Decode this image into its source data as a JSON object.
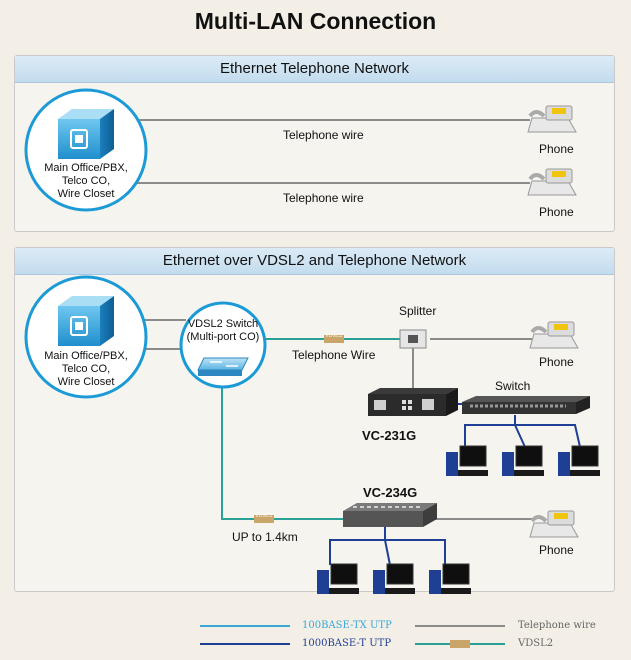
{
  "title": "Multi-LAN Connection",
  "panel1": {
    "header": "Ethernet Telephone Network",
    "office": [
      "Main Office/PBX,",
      "Telco CO,",
      "Wire Closet"
    ],
    "wire_label_1": "Telephone wire",
    "wire_label_2": "Telephone wire",
    "phone_1": "Phone",
    "phone_2": "Phone"
  },
  "panel2": {
    "header": "Ethernet over VDSL2 and Telephone Network",
    "office": [
      "Main Office/PBX,",
      "Telco CO,",
      "Wire Closet"
    ],
    "vdsl_switch": [
      "VDSL2 Switch",
      "(Multi-port CO)"
    ],
    "splitter": "Splitter",
    "telephone_wire": "Telephone Wire",
    "phone_1": "Phone",
    "phone_2": "Phone",
    "switch": "Switch",
    "vc231g": "VC-231G",
    "vc234g": "VC-234G",
    "distance": "UP to 1.4km",
    "vdsl_tag": "VDSL2"
  },
  "legend": {
    "items": [
      {
        "label": "100BASE-TX UTP",
        "color": "#39a7d8"
      },
      {
        "label": "1000BASE-T UTP",
        "color": "#1f3f95"
      },
      {
        "label": "Telephone wire",
        "color": "#8b8b8b"
      },
      {
        "label": "VDSL2",
        "color": "#2aa197"
      }
    ]
  },
  "colors": {
    "telephone_wire": "#8b8b8b",
    "vdsl2": "#2aa197",
    "utp_100": "#39a7d8",
    "utp_1000": "#1f3f95",
    "circle": "#1b9ad6"
  }
}
